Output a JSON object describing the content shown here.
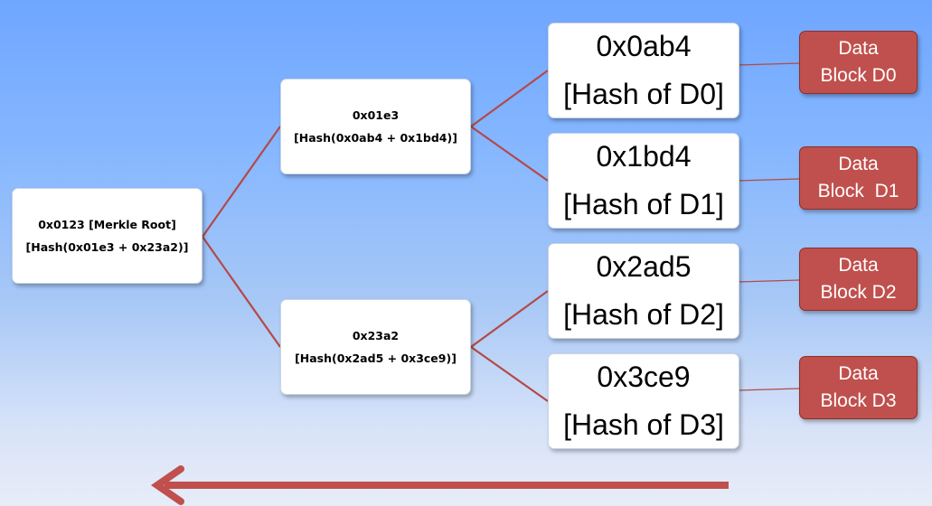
{
  "root": {
    "line1": "0x0123 [Merkle Root]",
    "line2": "[Hash(0x01e3 + 0x23a2)]"
  },
  "intermediate": [
    {
      "hash": "0x01e3",
      "formula": "[Hash(0x0ab4 + 0x1bd4)]"
    },
    {
      "hash": "0x23a2",
      "formula": "[Hash(0x2ad5 + 0x3ce9)]"
    }
  ],
  "leaves": [
    {
      "hash": "0x0ab4",
      "label": "[Hash of D0]"
    },
    {
      "hash": "0x1bd4",
      "label": "[Hash of D1]"
    },
    {
      "hash": "0x2ad5",
      "label": "[Hash of D2]"
    },
    {
      "hash": "0x3ce9",
      "label": "[Hash of D3]"
    }
  ],
  "data_blocks": [
    {
      "line1": "Data",
      "line2": "Block D0"
    },
    {
      "line1": "Data",
      "line2": "Block  D1"
    },
    {
      "line1": "Data",
      "line2": "Block D2"
    },
    {
      "line1": "Data",
      "line2": "Block D3"
    }
  ],
  "colors": {
    "connector": "#b34a47",
    "data_block": "#c0504d",
    "flow_arrow": "#c0504d"
  }
}
